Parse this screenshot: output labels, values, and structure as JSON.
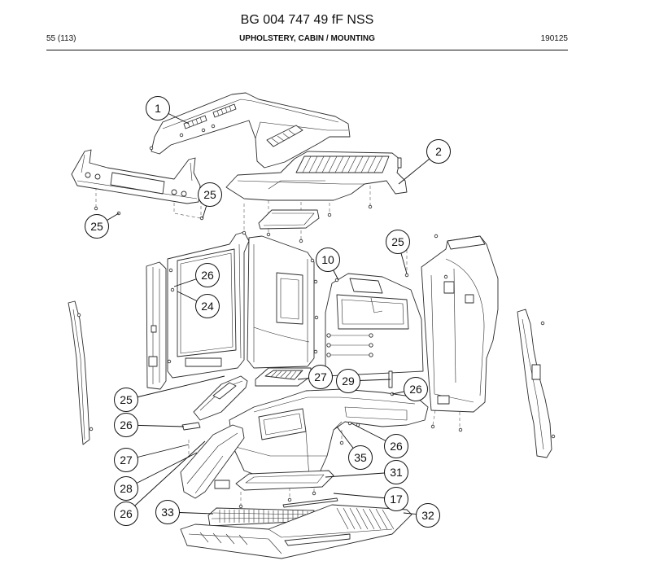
{
  "header": {
    "title": "BG 004 747 49 fF NSS",
    "page": "55 (113)",
    "section": "UPHOLSTERY, CABIN / MOUNTING",
    "code": "190125"
  },
  "callouts": [
    "1",
    "2",
    "25",
    "25",
    "25",
    "10",
    "26",
    "24",
    "27",
    "29",
    "26",
    "25",
    "26",
    "26",
    "35",
    "27",
    "31",
    "28",
    "17",
    "26",
    "33",
    "32"
  ]
}
